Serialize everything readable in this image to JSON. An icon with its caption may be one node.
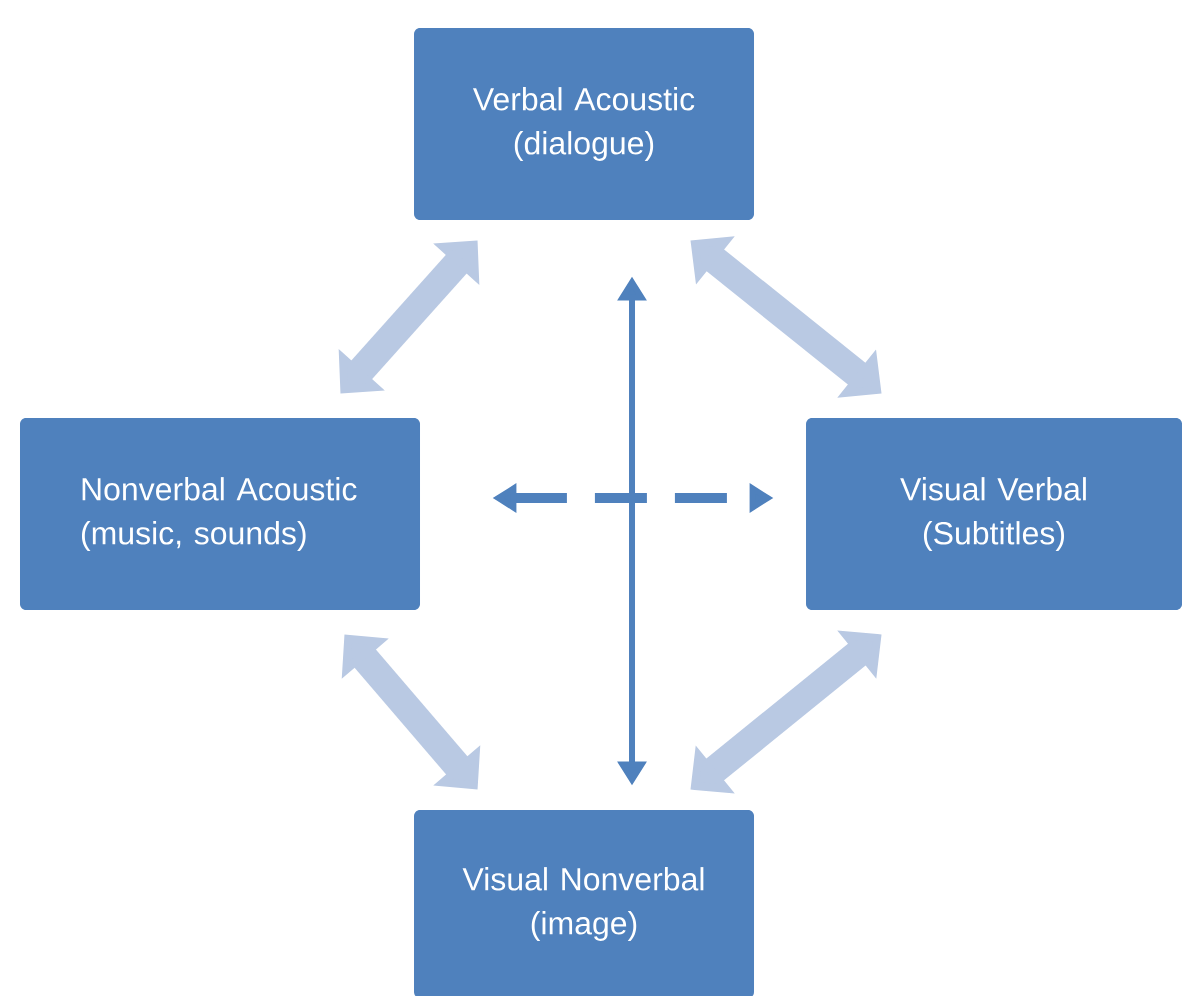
{
  "diagram": {
    "nodes": [
      {
        "text": [
          "Verbal Acoustic (dialogue)"
        ]
      },
      {
        "text": [
          "Nonverbal Acoustic (music, sounds)"
        ]
      },
      {
        "text": [
          "Visual Verbal (Subtitles)"
        ]
      },
      {
        "text": [
          "Visual Nonverbal (image)"
        ]
      }
    ],
    "edges": [
      {
        "from": 0,
        "to": 1,
        "arrow": "both"
      },
      {
        "from": 0,
        "to": 2,
        "arrow": "both"
      },
      {
        "from": 1,
        "to": 3,
        "arrow": "both"
      },
      {
        "from": 2,
        "to": 3,
        "arrow": "both"
      },
      {
        "from": 0,
        "to": 3,
        "arrow": "both",
        "color": "#4f81bd"
      },
      {
        "from": 1,
        "to": 2,
        "arrow": "both",
        "style": "dashed",
        "color": "#4f81bd"
      }
    ]
  }
}
